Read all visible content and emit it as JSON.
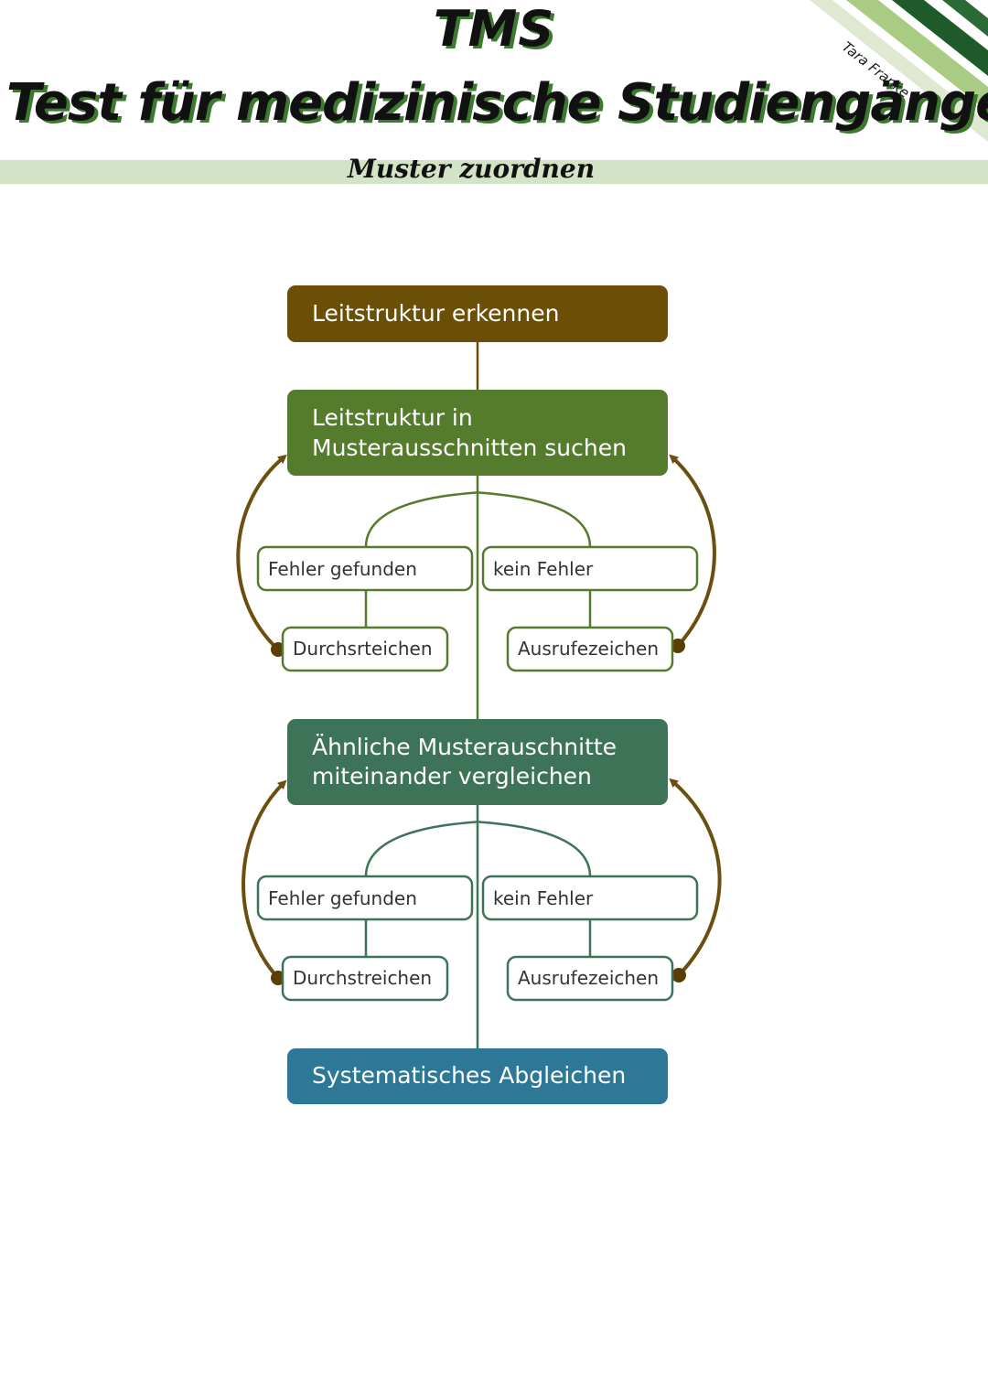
{
  "header": {
    "title": "TMS",
    "subtitle": "Test für medizinische Studiengänge",
    "section": "Muster zuordnen",
    "author": "Tara Franke"
  },
  "colors": {
    "brown": "#6b4f06",
    "green": "#557c2d",
    "teal_green": "#3d7458",
    "blue": "#2c7896",
    "arrow": "#6b4f10",
    "band": "#d3e3c6"
  },
  "diagram": {
    "step1": "Leitstruktur erkennen",
    "step2_line1": "Leitstruktur in",
    "step2_line2": "Musterausschnitten suchen",
    "step2_left": "Fehler gefunden",
    "step2_right": "kein Fehler",
    "step2_left_action": "Durchsrteichen",
    "step2_right_action": "Ausrufezeichen",
    "step3_line1": "Ähnliche Musterauschnitte",
    "step3_line2": "miteinander vergleichen",
    "step3_left": "Fehler gefunden",
    "step3_right": "kein Fehler",
    "step3_left_action": "Durchstreichen",
    "step3_right_action": "Ausrufezeichen",
    "step4": "Systematisches Abgleichen"
  }
}
